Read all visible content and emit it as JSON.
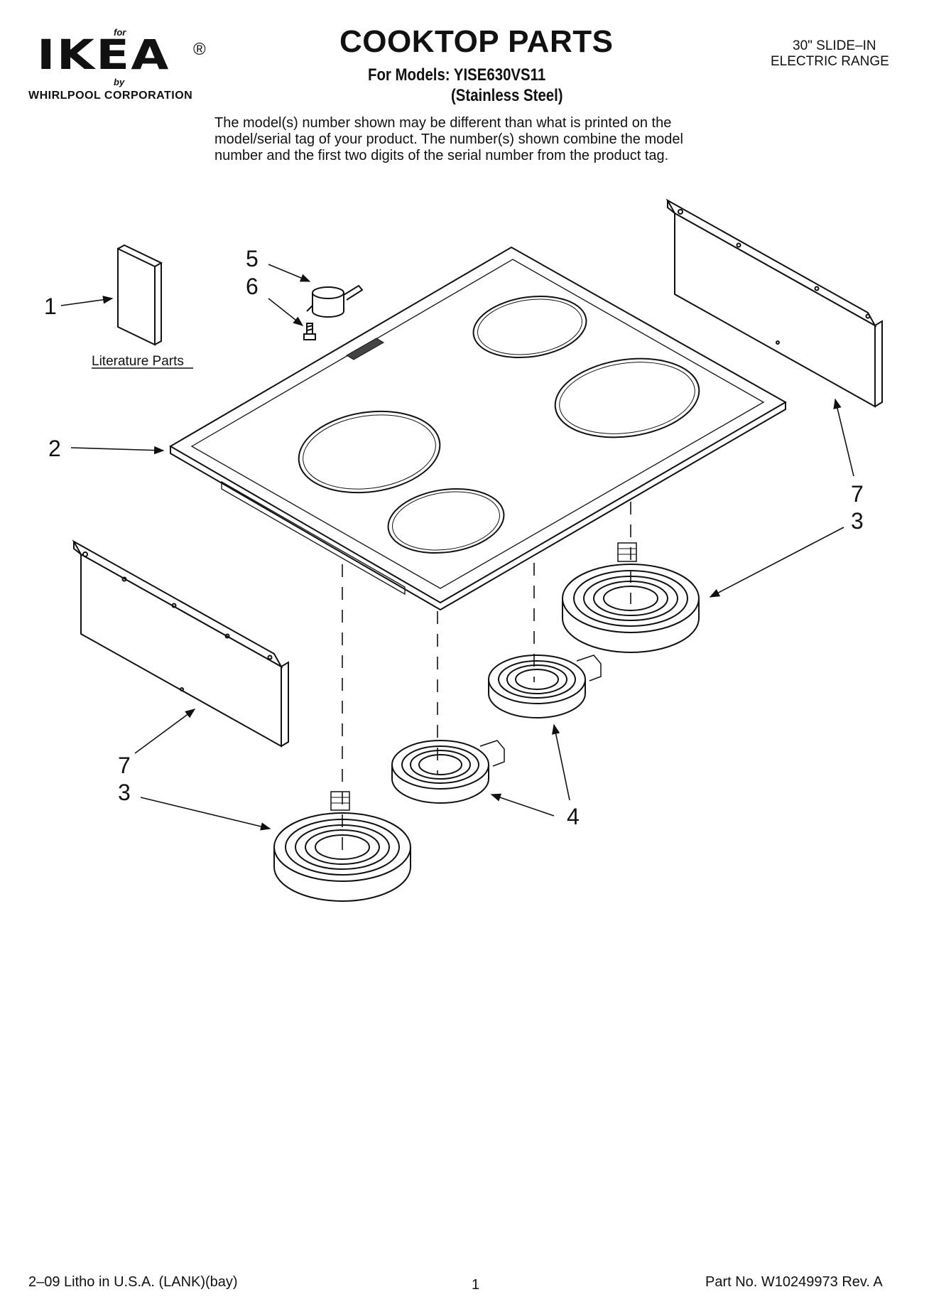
{
  "logo": {
    "for_text": "for",
    "brand": "IKEA",
    "registered": "®",
    "by_text": "by",
    "corporation": "WHIRLPOOL CORPORATION"
  },
  "title": "COOKTOP PARTS",
  "models_line": "For Models: YISE630VS11",
  "finish": "(Stainless Steel)",
  "range_type_line1": "30\" SLIDE–IN",
  "range_type_line2": "ELECTRIC RANGE",
  "note_lines": [
    "The model(s) number shown may be different than what is printed on the",
    "model/serial tag of your product. The number(s) shown combine the model",
    "number and the first two digits of the serial number from the product tag."
  ],
  "diagram": {
    "literature_label": "Literature Parts",
    "callouts": {
      "c1": "1",
      "c2": "2",
      "c3a": "3",
      "c3b": "3",
      "c4": "4",
      "c5": "5",
      "c6": "6",
      "c7a": "7",
      "c7b": "7"
    }
  },
  "footer": {
    "print_info": "2–09 Litho in U.S.A. (LANK)(bay)",
    "page_number": "1",
    "part_number": "Part No. W10249973 Rev. A"
  }
}
